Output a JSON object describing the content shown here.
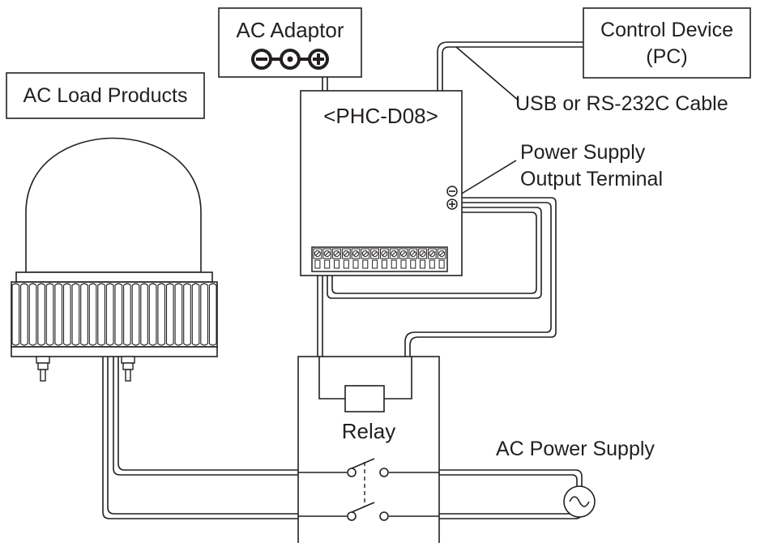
{
  "diagram": {
    "labels": {
      "ac_adaptor": "AC Adaptor",
      "control_device_line1": "Control Device",
      "control_device_line2": "(PC)",
      "ac_load_products": "AC Load Products",
      "controller": "<PHC-D08>",
      "usb_cable": "USB or RS-232C Cable",
      "power_supply_line1": "Power Supply",
      "power_supply_line2": "Output Terminal",
      "relay": "Relay",
      "ac_power_supply": "AC Power Supply"
    },
    "colors": {
      "line": "#231f20",
      "background": "#ffffff"
    },
    "icons": [
      "dc-polarity-icon",
      "minus-terminal-icon",
      "plus-terminal-icon",
      "ac-source-icon",
      "signal-tower-lamp-icon"
    ]
  }
}
